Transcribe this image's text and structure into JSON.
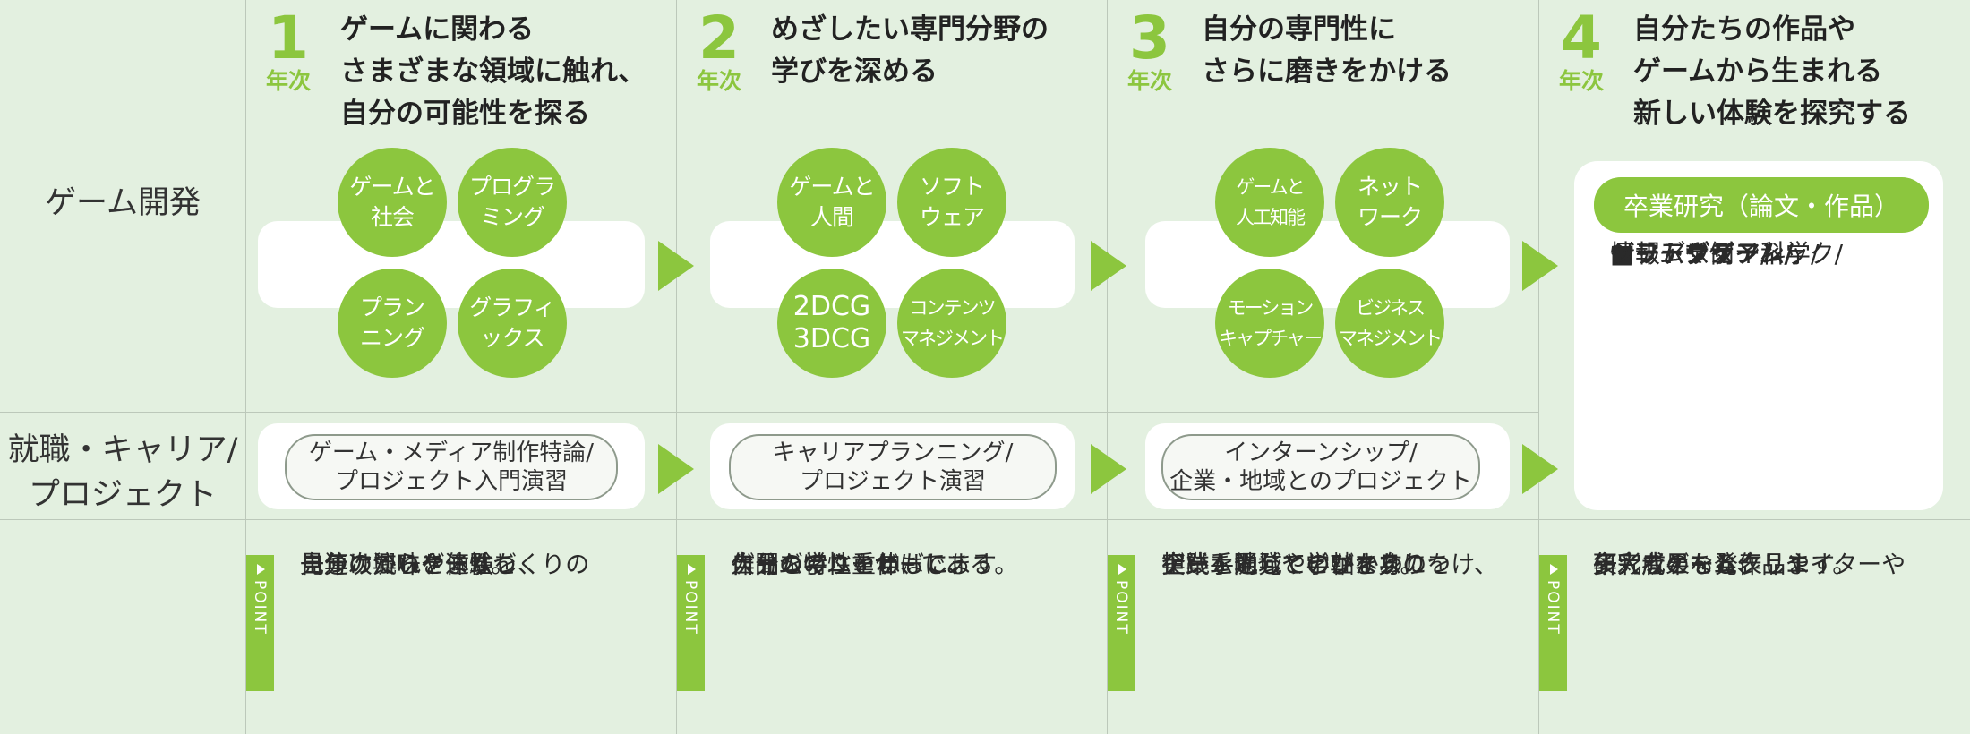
{
  "row_labels": {
    "game_dev": "ゲーム開発",
    "career_line1": "就職・キャリア/",
    "career_line2": "プロジェクト"
  },
  "years": [
    {
      "num": "1",
      "unit": "年次",
      "title": [
        "ゲームに関わる",
        "さまざまな領域に触れ、",
        "自分の可能性を探る"
      ],
      "topics": [
        "ゲームと\n社会",
        "プログラ\nミング",
        "プラン\nニング",
        "グラフィ\nックス"
      ],
      "career": "ゲーム・メディア制作特論/\nプロジェクト入門演習",
      "point_label": "POINT",
      "point": [
        "１年次からゲームづくりの",
        "一連の流れを体験し、",
        "自分の興味や適性を",
        "見つけていきます。"
      ]
    },
    {
      "num": "2",
      "unit": "年次",
      "title": [
        "めざしたい専門分野の",
        "学びを深める"
      ],
      "topics": [
        "ゲームと\n人間",
        "ソフト\nウェア",
        "2DCG\n3DCG",
        "コンテンツ\nマネジメント"
      ],
      "career": "キャリアプランニング/\nプロジェクト演習",
      "point_label": "POINT",
      "point": [
        "ゲームのユーザーである",
        "人間を学ぶとともに、",
        "作品づくり重ね、",
        "自分の特性を伸ばします。"
      ]
    },
    {
      "num": "3",
      "unit": "年次",
      "title": [
        "自分の専門性に",
        "さらに磨きをかける"
      ],
      "topics": [
        "ゲームと\n人工知能",
        "ネット\nワーク",
        "モーション\nキャプチャー",
        "ビジネス\nマネジメント"
      ],
      "career": "インターンシップ/\n企業・地域とのプロジェクト",
      "point_label": "POINT",
      "point": [
        "ゲーム開発やビジネスの",
        "担い手としての軸を身につけ、",
        "企業・地域とのかかわりを",
        "実践を通して学びます。"
      ]
    },
    {
      "num": "4",
      "unit": "年次",
      "title": [
        "自分たちの作品や",
        "ゲームから生まれる",
        "新しい体験を探究する"
      ],
      "graduation": {
        "header": "卒業研究（論文・作品）",
        "lines": [
          "■テーマ例",
          "ゲームデザイン/",
          "ゲームシステム/",
          "ゲームグラフィック/",
          "情報デザイン/",
          "ソフトウェア科学/",
          "シリアスゲーム"
        ]
      },
      "point_label": "POINT",
      "point": [
        "多彩なゲームクリエイターや",
        "研究者のもと、",
        "集大成となる作品や",
        "研究成果を発表します。"
      ]
    }
  ],
  "colors": {
    "accent": "#8cc63e",
    "background": "#e3f0e0"
  }
}
